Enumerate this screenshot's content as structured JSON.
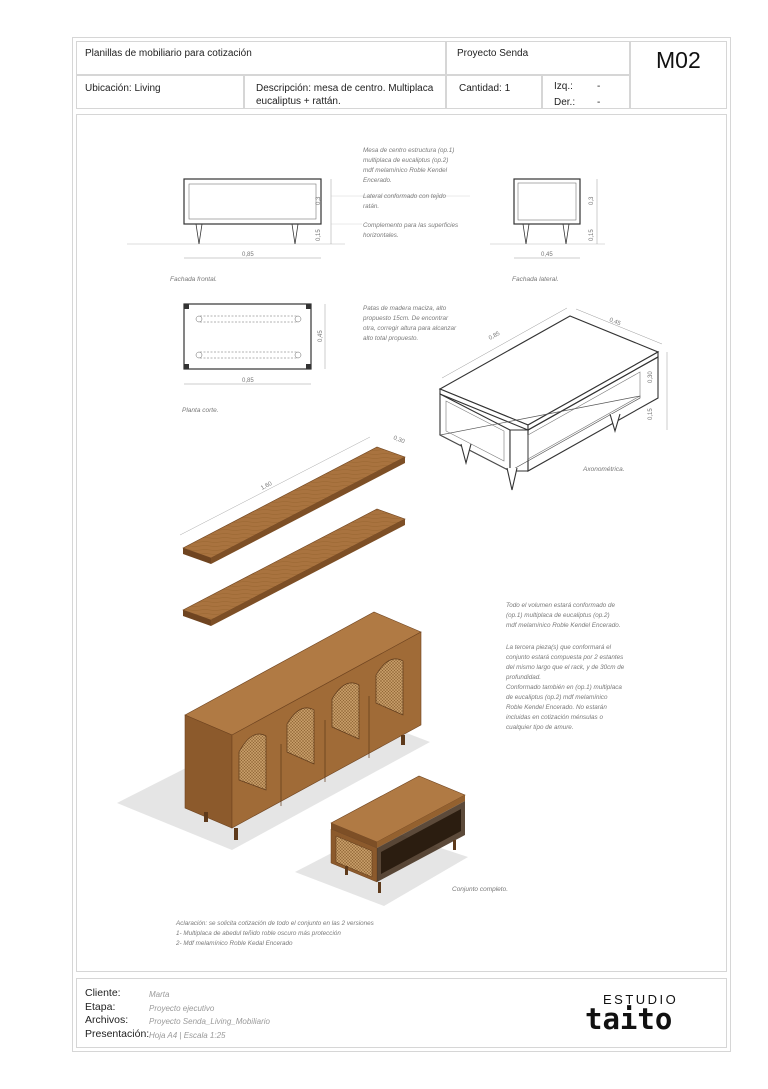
{
  "header": {
    "title": "Planillas de mobiliario para cotización",
    "project": "Proyecto Senda",
    "code": "M02",
    "location": "Ubicación: Living",
    "description_line1": "Descripción: mesa de centro. Multiplaca",
    "description_line2": "eucaliptus + rattán.",
    "quantity": "Cantidad: 1",
    "left_label": "Izq.:",
    "left_value": "-",
    "right_label": "Der.:",
    "right_value": "-"
  },
  "notes": {
    "structure": [
      "Mesa de centro estructura  (op.1)",
      "multiplaca de eucaliptus (op.2)",
      "mdf melamínico Roble Kendel",
      "Encerado."
    ],
    "lateral": [
      "Lateral conformado con tejido",
      "ratán."
    ],
    "complement": [
      "Complemento para las superficies",
      "horizontales."
    ],
    "legs": [
      "Patas de madera maciza, alto",
      "propuesto 15cm. De encontrar",
      "otra, corregir altura para alcanzar",
      "alto total propuesto."
    ],
    "volume": [
      "Todo el volumen estará conformado de",
      "(op.1) multiplaca de eucaliptus (op.2)",
      "mdf melamínico Roble Kendel Encerado."
    ],
    "third_piece": [
      "La tercera pieza(s) que conformará el",
      "conjunto estará compuesta por 2 estantes",
      "del mismo largo que el rack, y de 30cm de",
      "profundidad.",
      "Conformado también en (op.1) multiplaca",
      "de eucaliptus (op.2) mdf melamínico",
      "Roble Kendel Encerado. No estarán",
      "incluidas en cotización ménsulas o",
      "cualquier tipo de amure."
    ],
    "clarification": [
      "Aclaración: se solicita cotización de todo el conjunto en las 2 versiones",
      "1- Multiplaca de abedul teñido roble oscuro más protección",
      "2- Mdf melamínico Roble Kedal Encerado"
    ]
  },
  "views": {
    "front": "Fachada frontal.",
    "side": "Fachada lateral.",
    "plan": "Planta corte.",
    "axo": "Axonométrica.",
    "set": "Conjunto completo."
  },
  "dims": {
    "front_width": "0,85",
    "front_height": "0,3",
    "front_legs": "0,15",
    "side_width": "0,45",
    "side_height": "0,3",
    "side_legs": "0,15",
    "plan_width": "0,85",
    "plan_depth": "0,45",
    "axo_length": "0,85",
    "axo_depth": "0,45",
    "axo_height": "0,30",
    "axo_legs": "0,15",
    "shelf_length": "1,60",
    "shelf_depth": "0,30"
  },
  "footer": {
    "client_label": "Cliente:",
    "client_value": "Marta",
    "stage_label": "Etapa:",
    "stage_value": "Proyecto ejecutivo",
    "files_label": "Archivos:",
    "files_value": "Proyecto Senda_Living_Mobiliario",
    "presentation_label": "Presentación:",
    "presentation_value": "Hoja A4 | Escala 1:25",
    "brand_top": "ESTUDIO",
    "brand_main": "taito"
  },
  "colors": {
    "wood_light": "#b07a44",
    "wood_mid": "#94612f",
    "wood_dark": "#6f4420",
    "line": "#333333",
    "note": "#7a7a7a"
  }
}
